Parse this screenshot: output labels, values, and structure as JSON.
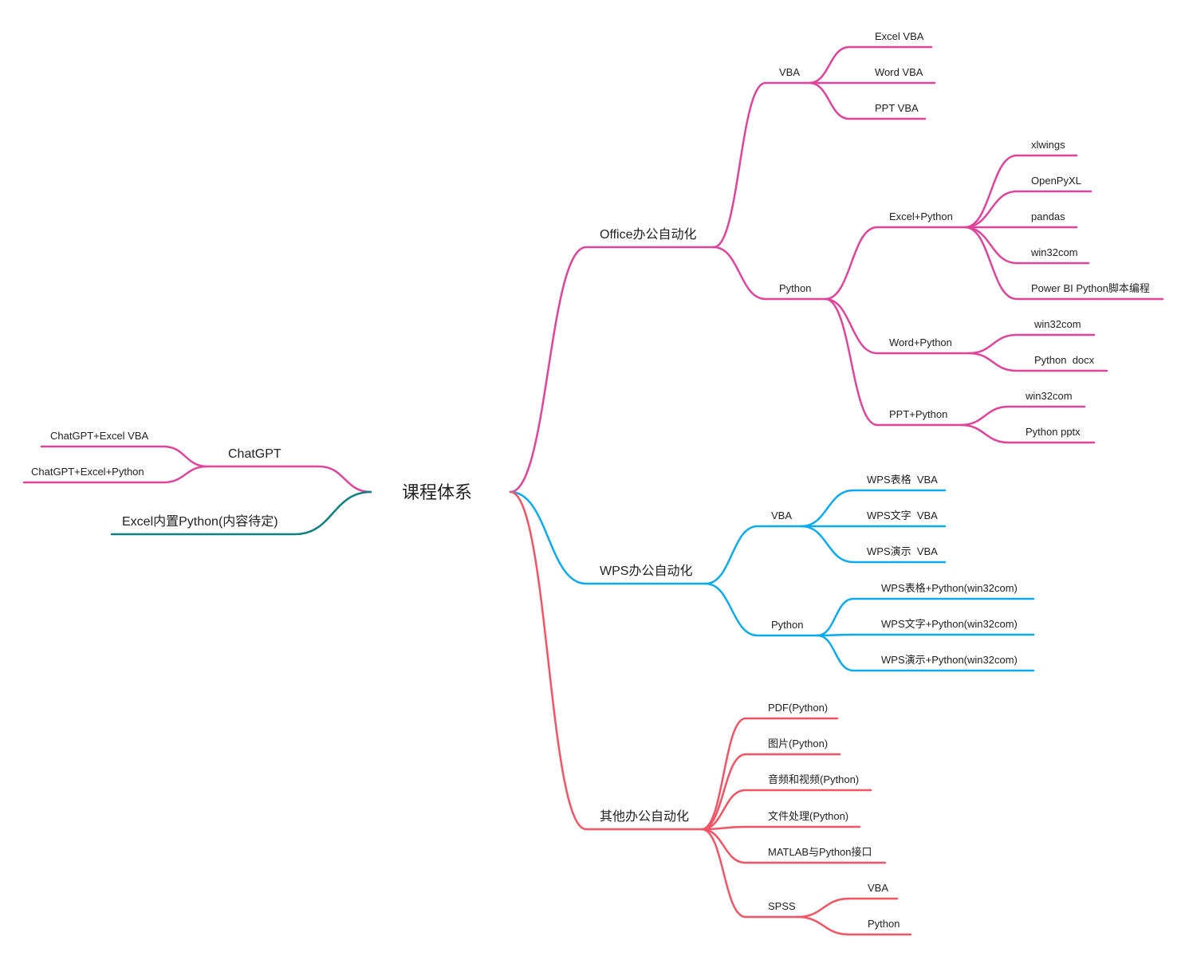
{
  "colors": {
    "office": "#e0449a",
    "wps": "#0aaaf0",
    "other": "#f45364",
    "chatgpt": "#e0449a",
    "excel_python": "#107f80"
  },
  "root": "课程体系",
  "office": {
    "label": "Office办公自动化",
    "vba": {
      "label": "VBA",
      "items": [
        "Excel VBA",
        "Word VBA",
        "PPT VBA"
      ]
    },
    "python": {
      "label": "Python",
      "excel": {
        "label": "Excel+Python",
        "items": [
          "xlwings",
          "OpenPyXL",
          "pandas",
          "win32com",
          "Power BI Python脚本编程"
        ]
      },
      "word": {
        "label": "Word+Python",
        "items": [
          "win32com",
          "Python  docx"
        ]
      },
      "ppt": {
        "label": "PPT+Python",
        "items": [
          "win32com",
          "Python pptx"
        ]
      }
    }
  },
  "wps": {
    "label": "WPS办公自动化",
    "vba": {
      "label": "VBA",
      "items": [
        "WPS表格  VBA",
        "WPS文字  VBA",
        "WPS演示  VBA"
      ]
    },
    "python": {
      "label": "Python",
      "items": [
        "WPS表格+Python(win32com)",
        "WPS文字+Python(win32com)",
        "WPS演示+Python(win32com)"
      ]
    }
  },
  "other": {
    "label": "其他办公自动化",
    "items": [
      "PDF(Python)",
      "图片(Python)",
      "音频和视频(Python)",
      "文件处理(Python)",
      "MATLAB与Python接口"
    ],
    "spss": {
      "label": "SPSS",
      "items": [
        "VBA",
        "Python"
      ]
    }
  },
  "chatgpt": {
    "label": "ChatGPT",
    "items": [
      "ChatGPT+Excel VBA",
      "ChatGPT+Excel+Python"
    ]
  },
  "excel_builtin": "Excel内置Python(内容待定)"
}
